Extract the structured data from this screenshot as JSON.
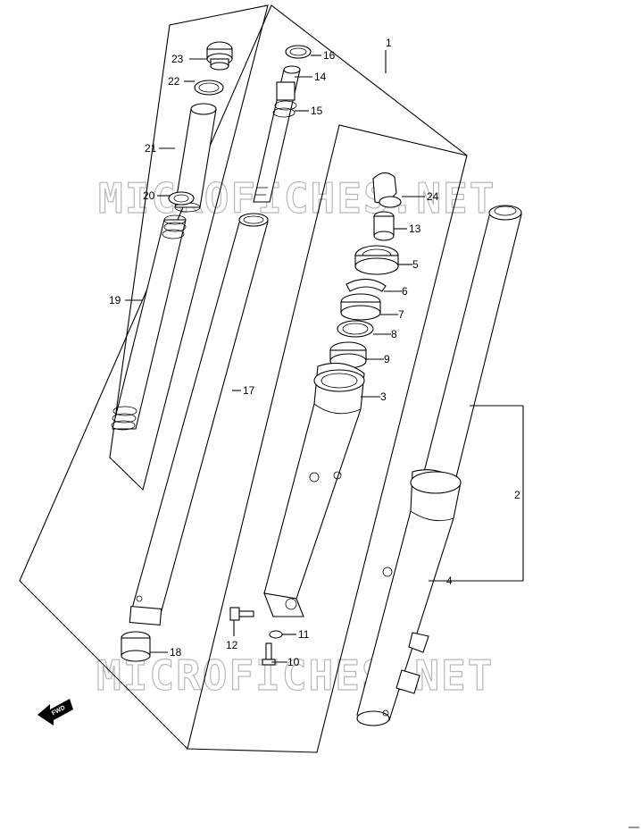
{
  "watermark": "MICROFICHES.NET",
  "fwd_arrow_label": "FWD",
  "callouts": {
    "p1": "1",
    "p2": "2",
    "p3": "3",
    "p4": "4",
    "p5": "5",
    "p6": "6",
    "p7": "7",
    "p8": "8",
    "p9": "9",
    "p10": "10",
    "p11": "11",
    "p12": "12",
    "p13": "13",
    "p14": "14",
    "p15": "15",
    "p16": "16",
    "p17": "17",
    "p18": "18",
    "p19": "19",
    "p20": "20",
    "p21": "21",
    "p22": "22",
    "p23": "23",
    "p24": "24"
  }
}
